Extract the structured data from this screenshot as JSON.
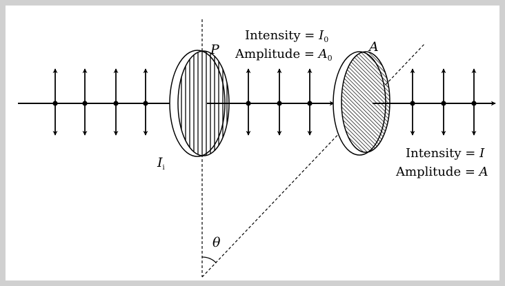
{
  "labels": {
    "polarizer": "P",
    "analyzer": "A",
    "angle": "θ",
    "incident": {
      "symbol": "I",
      "subscript": "i"
    },
    "between": {
      "intensity_text": "Intensity = ",
      "intensity_symbol": "I",
      "intensity_sub": "0",
      "amplitude_text": "Amplitude = ",
      "amplitude_symbol": "A",
      "amplitude_sub": "0"
    },
    "after": {
      "intensity_text": "Intensity = ",
      "intensity_symbol": "I",
      "amplitude_text": "Amplitude = ",
      "amplitude_symbol": "A"
    }
  },
  "colors": {
    "background": "#d0d0d0",
    "diagram": "#ffffff",
    "ink": "#000000"
  }
}
